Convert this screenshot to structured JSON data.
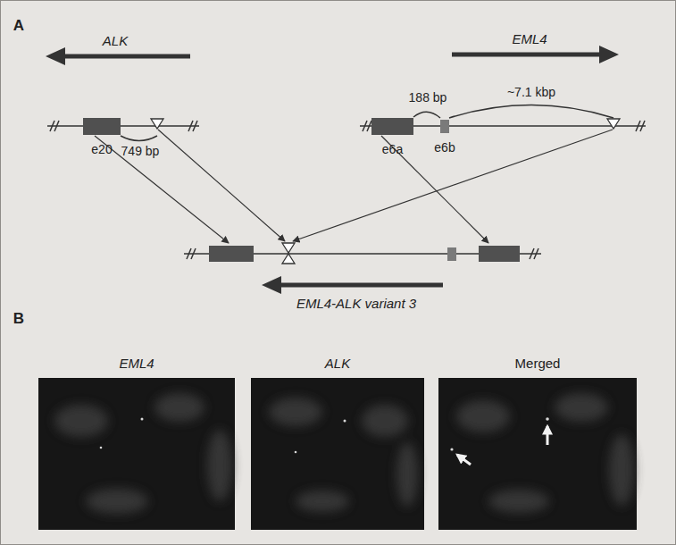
{
  "diagram": {
    "nodes": [
      {
        "text": [
          "e20"
        ]
      },
      {
        "text": [
          "e6a"
        ]
      },
      {
        "text": [
          "e6b"
        ]
      },
      {
        "text": [
          "EML4"
        ]
      },
      {
        "text": [
          "ALK"
        ]
      },
      {
        "text": [
          "Merged"
        ]
      }
    ],
    "labels": [
      "A",
      "ALK",
      "EML4",
      "188 bp",
      "~7.1 kbp",
      "749 bp",
      "EML4-ALK variant 3",
      "B"
    ]
  }
}
